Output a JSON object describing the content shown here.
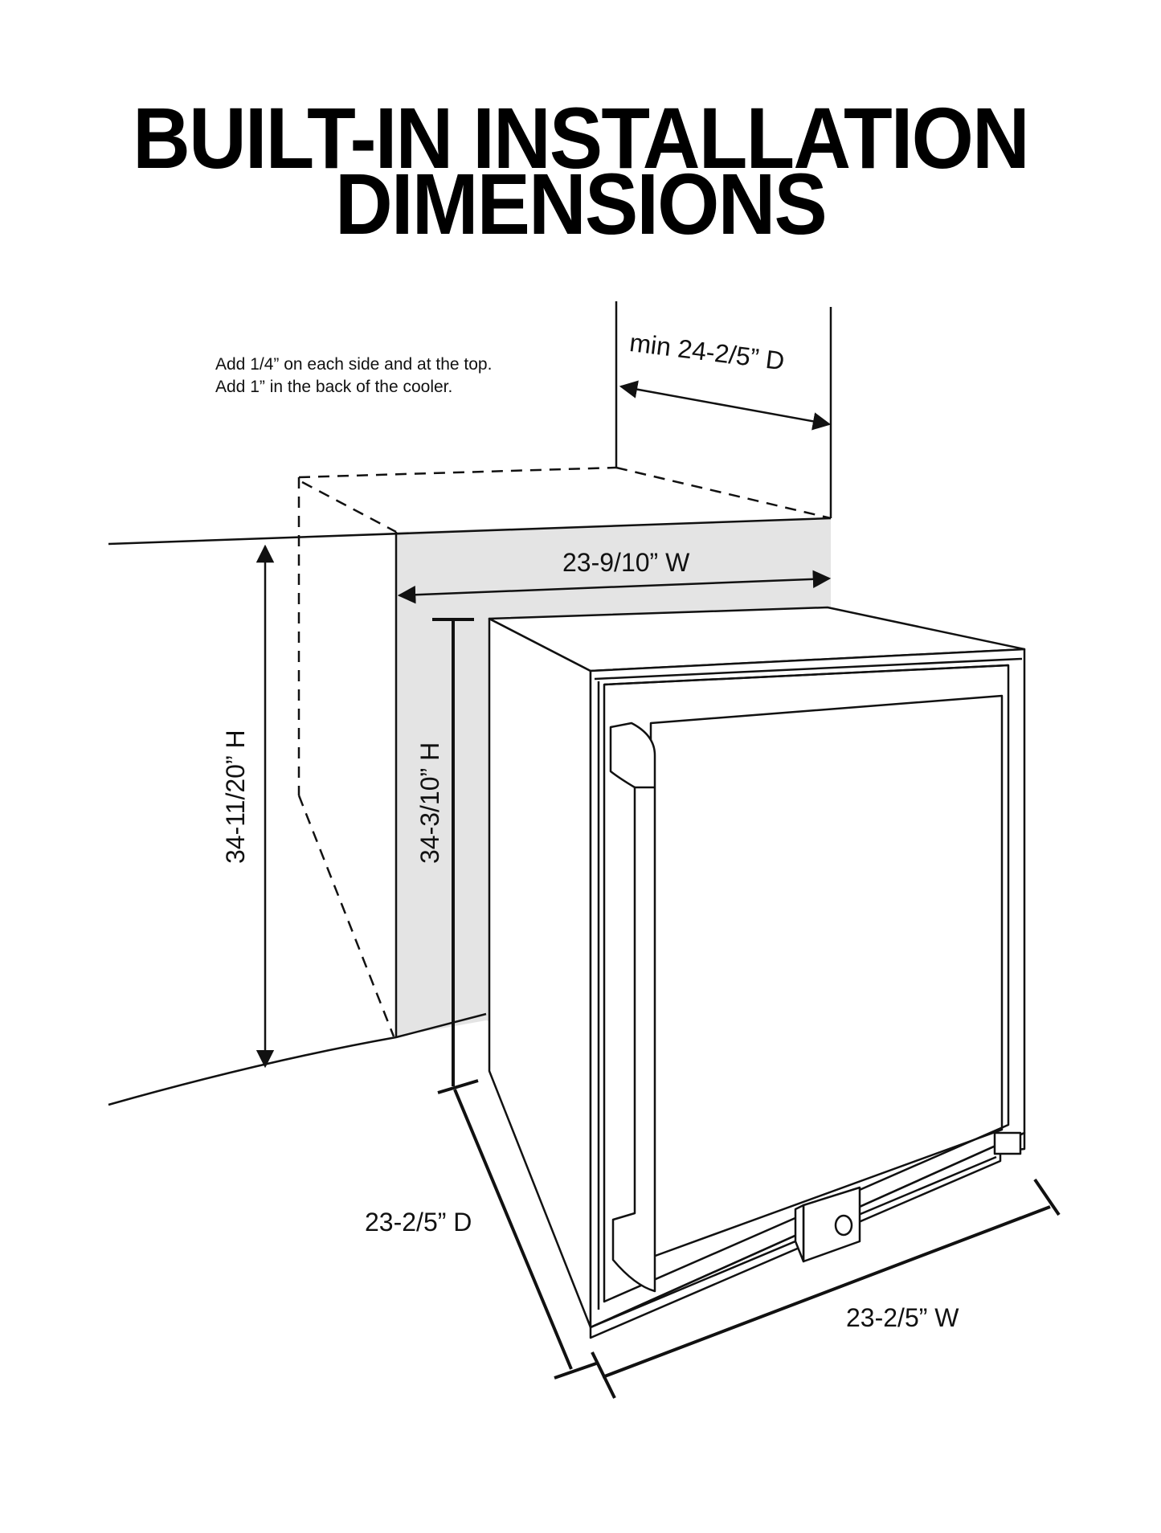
{
  "title": {
    "line1": "BUILT-IN INSTALLATION",
    "line2": "DIMENSIONS"
  },
  "notes": [
    "Add 1/4” on each side and at the top.",
    "Add 1” in the back of the cooler."
  ],
  "dimensions": {
    "cutout_depth": "min 24-2/5” D",
    "cutout_width": "23-9/10” W",
    "cutout_height": "34-11/20” H",
    "unit_height": "34-3/10” H",
    "unit_depth": "23-2/5” D",
    "unit_width": "23-2/5” W"
  },
  "colors": {
    "line": "#111111",
    "cutout_fill": "#e4e4e4",
    "background": "#ffffff"
  }
}
